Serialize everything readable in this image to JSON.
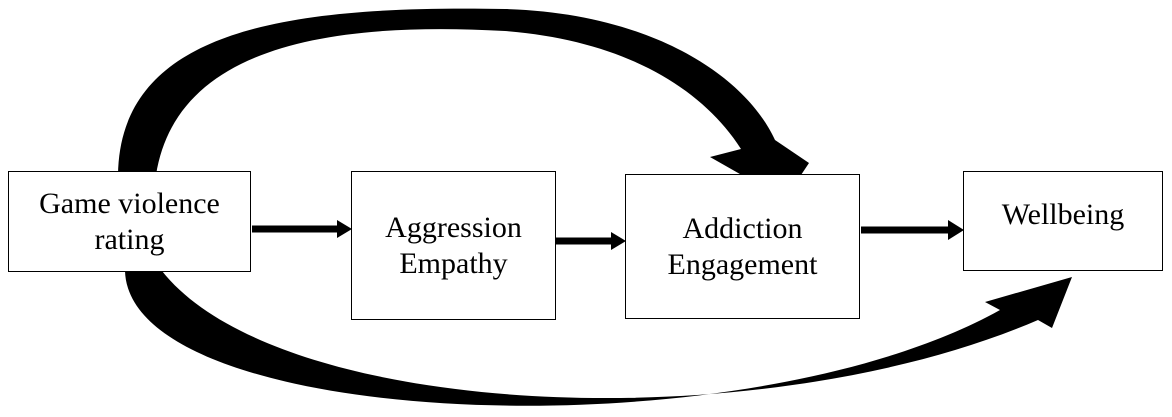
{
  "nodes": {
    "game_violence": {
      "lines": [
        "Game violence",
        "rating"
      ]
    },
    "aggression_empathy": {
      "lines": [
        "Aggression",
        "Empathy"
      ]
    },
    "addiction_engagement": {
      "lines": [
        "Addiction",
        "Engagement"
      ]
    },
    "wellbeing": {
      "lines": [
        "Wellbeing"
      ]
    }
  },
  "edges": [
    {
      "from": "game_violence",
      "to": "aggression_empathy",
      "style": "straight-arrow"
    },
    {
      "from": "aggression_empathy",
      "to": "addiction_engagement",
      "style": "straight-arrow"
    },
    {
      "from": "addiction_engagement",
      "to": "wellbeing",
      "style": "straight-arrow"
    },
    {
      "from": "game_violence",
      "to": "addiction_engagement",
      "style": "curved-arrow-over"
    },
    {
      "from": "game_violence",
      "to": "wellbeing",
      "style": "curved-arrow-under"
    }
  ],
  "colors": {
    "stroke": "#000000",
    "fill": "#000000",
    "box_fill": "#ffffff"
  }
}
